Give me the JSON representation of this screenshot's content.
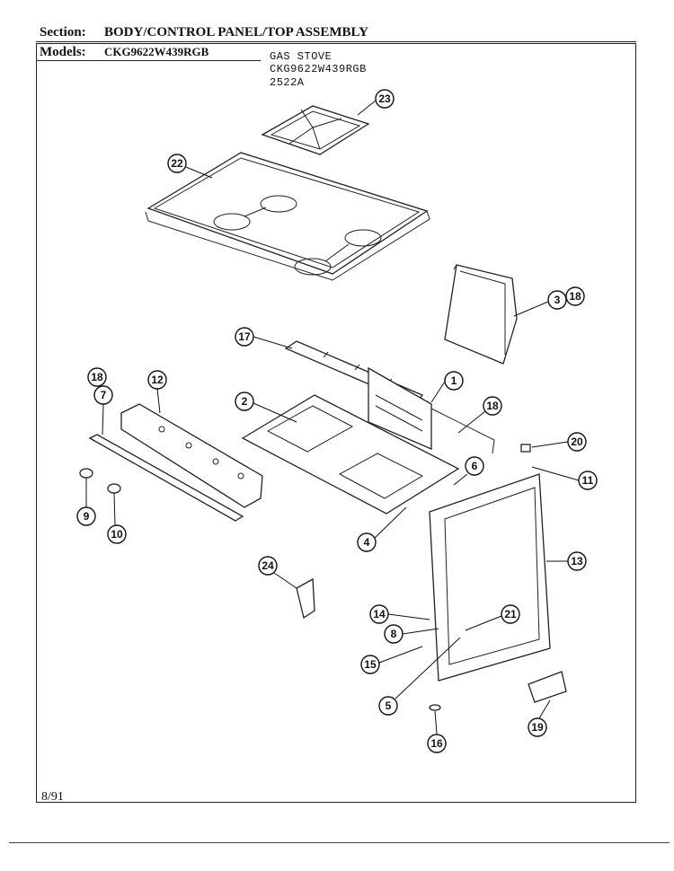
{
  "header": {
    "section_label": "Section:",
    "section_value": "BODY/CONTROL PANEL/TOP ASSEMBLY",
    "models_label": "Models:",
    "models_value": "CKG9622W439RGB"
  },
  "subtitle": {
    "line1": "GAS STOVE",
    "line2": "CKG9622W439RGB",
    "line3": "2522A"
  },
  "footer": {
    "date": "8/91"
  },
  "callouts": [
    "23",
    "22",
    "3",
    "18",
    "17",
    "1",
    "18",
    "7",
    "12",
    "2",
    "18",
    "20",
    "6",
    "11",
    "9",
    "10",
    "4",
    "13",
    "24",
    "14",
    "21",
    "8",
    "15",
    "5",
    "16",
    "19"
  ]
}
